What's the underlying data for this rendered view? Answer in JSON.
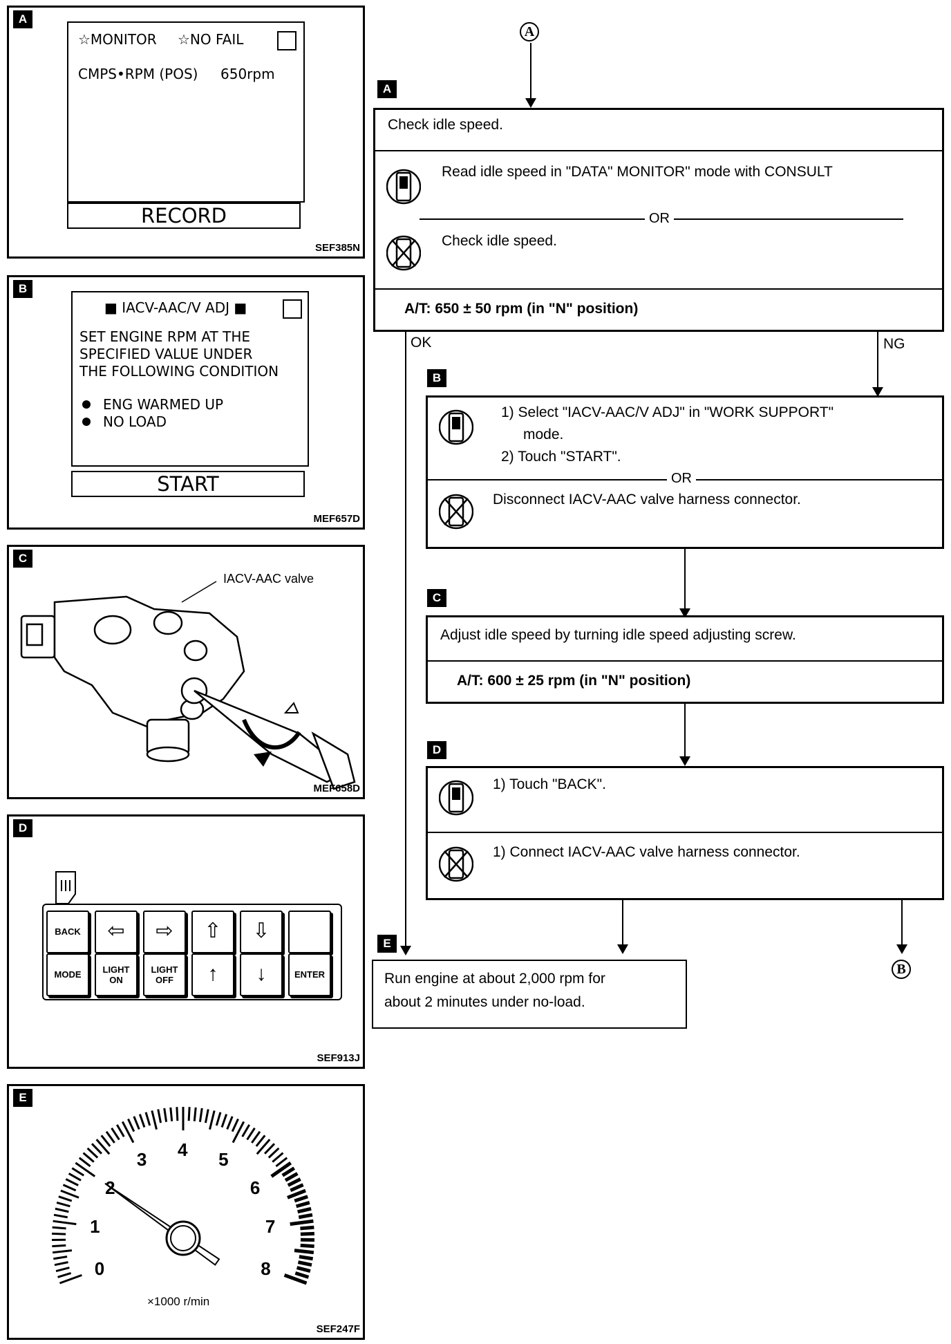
{
  "panels": {
    "a": {
      "tag": "A",
      "line1_left": "☆MONITOR",
      "line1_right": "☆NO FAIL",
      "row_label": "CMPS•RPM (POS)",
      "row_value": "650rpm",
      "button": "RECORD",
      "ref": "SEF385N"
    },
    "b": {
      "tag": "B",
      "title": "■ IACV-AAC/V ADJ ■",
      "lines": [
        "SET ENGINE RPM AT THE",
        "SPECIFIED VALUE UNDER",
        "THE FOLLOWING CONDITION"
      ],
      "bullets": [
        "ENG WARMED UP",
        "NO LOAD"
      ],
      "button": "START",
      "ref": "MEF657D"
    },
    "c": {
      "tag": "C",
      "callout": "IACV-AAC valve",
      "ref": "MEF658D"
    },
    "d": {
      "tag": "D",
      "keys_row1": [
        "BACK",
        "⇦",
        "⇨",
        "⇧",
        "⇩",
        ""
      ],
      "keys_row2": [
        "MODE",
        "LIGHT ON",
        "LIGHT OFF",
        "↑",
        "↓",
        "ENTER"
      ],
      "ref": "SEF913J"
    },
    "e": {
      "tag": "E",
      "dial_numbers": [
        "0",
        "1",
        "2",
        "3",
        "4",
        "5",
        "6",
        "7",
        "8"
      ],
      "unit": "×1000 r/min",
      "ref": "SEF247F",
      "needle_value": 2
    }
  },
  "flow": {
    "connector_top": "A",
    "connector_bottom": "B",
    "step_a": {
      "tag": "A",
      "title": "Check idle speed.",
      "consult": "Read idle speed in \"DATA\" MONITOR\" mode with CONSULT",
      "or": "OR",
      "alt": "Check idle speed.",
      "spec": "A/T: 650 ± 50 rpm (in \"N\" position)"
    },
    "ok_label": "OK",
    "ng_label": "NG",
    "step_b": {
      "tag": "B",
      "consult_1": "1)  Select \"IACV-AAC/V ADJ\" in \"WORK SUPPORT\"",
      "consult_1b": "mode.",
      "consult_2": "2)  Touch \"START\".",
      "or": "OR",
      "alt": "Disconnect IACV-AAC valve harness connector."
    },
    "step_c": {
      "tag": "C",
      "title": "Adjust idle speed by turning idle speed adjusting screw.",
      "spec": "A/T: 600 ± 25 rpm (in \"N\" position)"
    },
    "step_d": {
      "tag": "D",
      "consult": "1)  Touch \"BACK\".",
      "alt": "1)  Connect IACV-AAC valve harness connector."
    },
    "step_e": {
      "tag": "E",
      "line1": "Run engine at about 2,000 rpm for",
      "line2": "about 2 minutes under no-load."
    }
  }
}
